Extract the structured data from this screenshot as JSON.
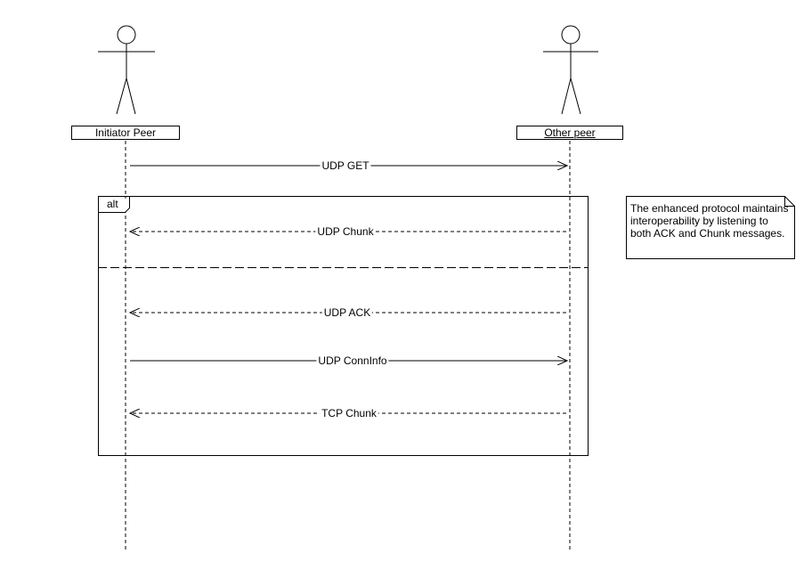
{
  "actors": [
    {
      "id": "initiator",
      "label": "Initiator Peer"
    },
    {
      "id": "other",
      "label": "Other peer"
    }
  ],
  "messages": [
    {
      "label": "UDP GET",
      "from": "initiator",
      "to": "other",
      "style": "solid"
    },
    {
      "label": "UDP Chunk",
      "from": "other",
      "to": "initiator",
      "style": "dashed"
    },
    {
      "label": "UDP ACK",
      "from": "other",
      "to": "initiator",
      "style": "dashed"
    },
    {
      "label": "UDP ConnInfo",
      "from": "initiator",
      "to": "other",
      "style": "solid"
    },
    {
      "label": "TCP Chunk",
      "from": "other",
      "to": "initiator",
      "style": "dashed"
    }
  ],
  "fragment": {
    "operator": "alt"
  },
  "note": {
    "text": "The enhanced protocol maintains interoperability by listening to both ACK and Chunk messages."
  }
}
